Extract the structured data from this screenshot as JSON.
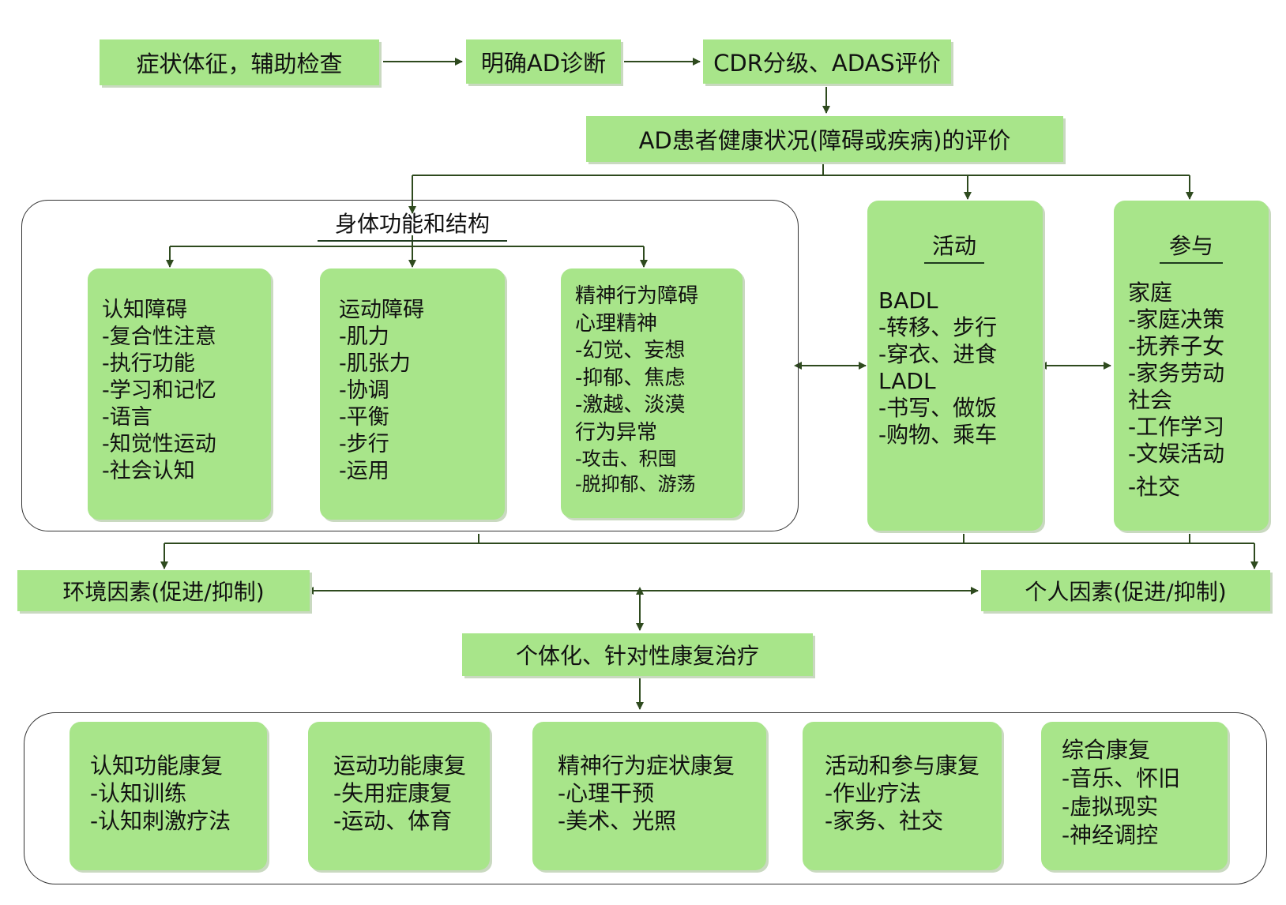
{
  "top_row": {
    "symptoms": "症状体征，辅助检查",
    "diagnosis": "明确AD诊断",
    "grading": "CDR分级、ADAS评价"
  },
  "health_assessment": "AD患者健康状况(障碍或疾病)的评价",
  "body_function": {
    "title": "身体功能和结构",
    "cognitive": {
      "heading": "认知障碍",
      "items": [
        "-复合性注意",
        "-执行功能",
        "-学习和记忆",
        "-语言",
        "-知觉性运动",
        "-社会认知"
      ]
    },
    "motor": {
      "heading": "运动障碍",
      "items": [
        "-肌力",
        "-肌张力",
        "-协调",
        "-平衡",
        "-步行",
        "-运用"
      ]
    },
    "psych": {
      "lines": [
        "精神行为障碍",
        "心理精神",
        "-幻觉、妄想",
        "-抑郁、焦虑",
        "-激越、淡漠",
        "行为异常",
        "-攻击、积囤",
        "-脱抑郁、游荡"
      ]
    }
  },
  "activity": {
    "title": "活动",
    "lines": [
      "BADL",
      "-转移、步行",
      "-穿衣、进食",
      "LADL",
      "-书写、做饭",
      "-购物、乘车"
    ]
  },
  "participation": {
    "title": "参与",
    "lines": [
      "家庭",
      "-家庭决策",
      "-抚养子女",
      "-家务劳动",
      "社会",
      "-工作学习",
      "-文娱活动",
      "-社交"
    ]
  },
  "factors": {
    "environment": "环境因素(促进/抑制)",
    "personal": "个人因素(促进/抑制)"
  },
  "treatment": "个体化、针对性康复治疗",
  "rehab": {
    "cognitive": {
      "title": "认知功能康复",
      "items": [
        "-认知训练",
        "-认知刺激疗法"
      ]
    },
    "motor": {
      "title": "运动功能康复",
      "items": [
        "-失用症康复",
        "-运动、体育"
      ]
    },
    "psych": {
      "title": "精神行为症状康复",
      "items": [
        "-心理干预",
        "-美术、光照"
      ]
    },
    "activity": {
      "title": "活动和参与康复",
      "items": [
        "-作业疗法",
        "-家务、社交"
      ]
    },
    "comprehensive": {
      "title": "综合康复",
      "items": [
        "-音乐、怀旧",
        "-虚拟现实",
        "-神经调控"
      ]
    }
  },
  "colors": {
    "box_fill": "#a8e58a",
    "arrow": "#2e4a1e"
  }
}
